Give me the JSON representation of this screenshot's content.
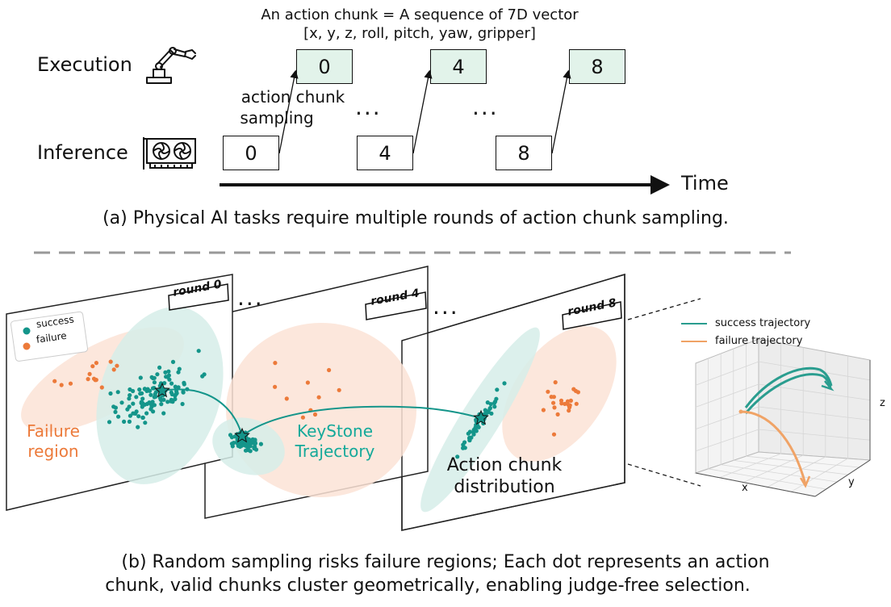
{
  "panel_a": {
    "header_line1": "An action chunk = A sequence of 7D vector",
    "header_line2": "[x, y, z, roll, pitch, yaw, gripper]",
    "execution_label": "Execution",
    "inference_label": "Inference",
    "sampling_label_line1": "action chunk",
    "sampling_label_line2": "sampling",
    "ellipsis": "...",
    "time_label": "Time",
    "execution_boxes": [
      "0",
      "4",
      "8"
    ],
    "inference_boxes": [
      "0",
      "4",
      "8"
    ],
    "caption": "(a) Physical AI tasks require multiple rounds of action chunk sampling.",
    "colors": {
      "execution_box": "#e2f3ea",
      "inference_box": "#ffffff"
    }
  },
  "panel_b": {
    "round_labels": [
      "round 0",
      "round 4",
      "round 8"
    ],
    "ellipsis": "...",
    "legend": {
      "success": "success",
      "failure": "failure"
    },
    "failure_region_line1": "Failure",
    "failure_region_line2": "region",
    "keystone_line1": "KeyStone",
    "keystone_line2": "Trajectory",
    "distribution_line1": "Action chunk",
    "distribution_line2": "distribution",
    "inset": {
      "legend_success": "success trajectory",
      "legend_failure": "failure trajectory",
      "axis_x": "x",
      "axis_y": "y",
      "axis_z": "z"
    },
    "caption_line1": "(b) Random sampling risks failure regions; Each dot represents an action",
    "caption_line2": "chunk,  valid chunks cluster geometrically, enabling judge-free selection.",
    "colors": {
      "success": "#14958a",
      "failure": "#ec7a3a",
      "success_region": "#d6ede9",
      "failure_region": "#fbe3d6",
      "failure_line": "#f0a366",
      "success_line": "#2a9d8f"
    }
  },
  "icons": [
    "robot-arm-icon",
    "gpu-icon",
    "star-icon"
  ]
}
